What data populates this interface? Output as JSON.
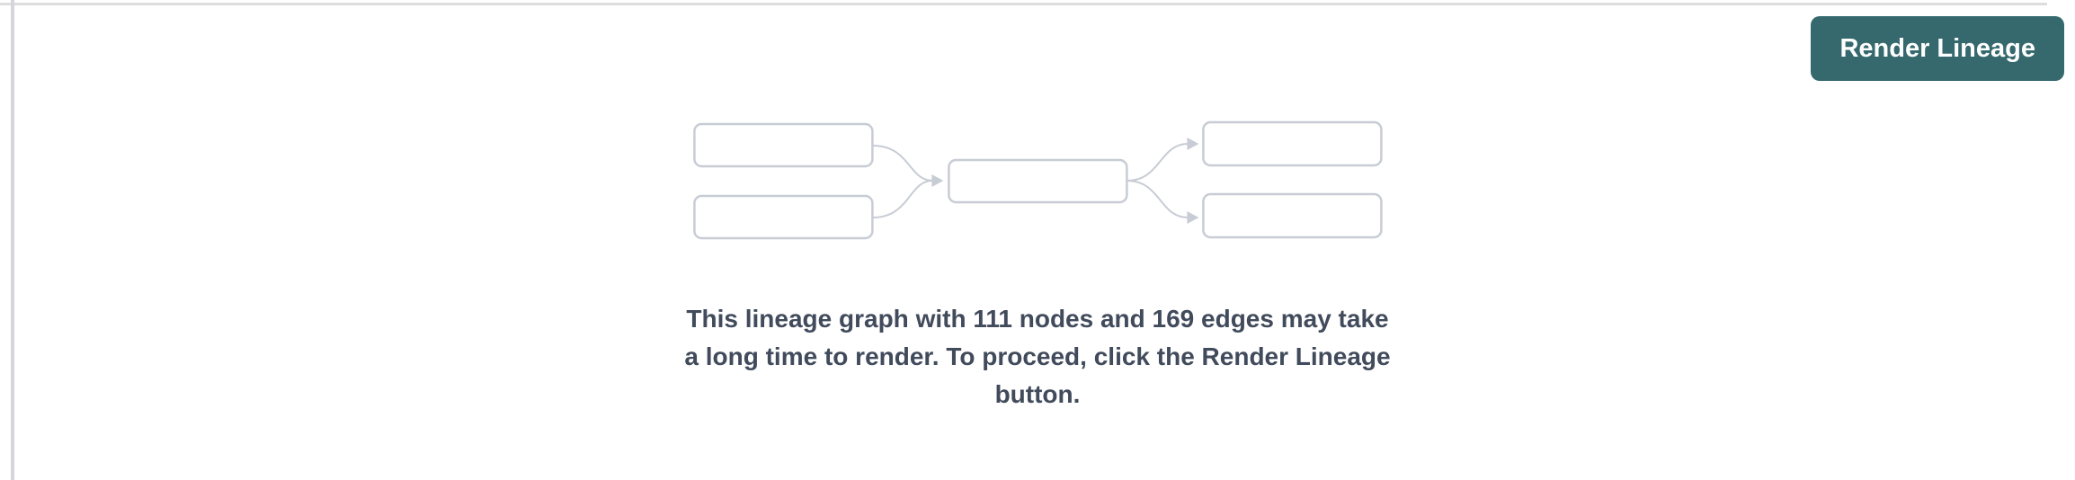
{
  "header": {
    "render_button_label": "Render Lineage"
  },
  "message": {
    "full_text": "This lineage graph with 111 nodes and 169 edges may take a long time to render. To proceed, click the Render Lineage button.",
    "lines": {
      "0": "This lineage graph with 111 nodes and 169 edges may take",
      "1": "a long time to render. To proceed, click the Render Lineage",
      "2": "button."
    },
    "node_count": "111",
    "edge_count": "169"
  },
  "graphic": {
    "description": "placeholder lineage diagram: two source nodes converging into one middle node, diverging into two target nodes",
    "box_count": "5",
    "edge_count": "4"
  },
  "colors": {
    "button_bg": "#35696E",
    "button_text": "#FFFFFF",
    "message_text": "#414B5C",
    "graphic_stroke": "#C8CCD4",
    "divider_vertical": "#D6D6DA",
    "divider_horizontal": "#DDDDE0",
    "page_bg": "#FFFFFF"
  }
}
